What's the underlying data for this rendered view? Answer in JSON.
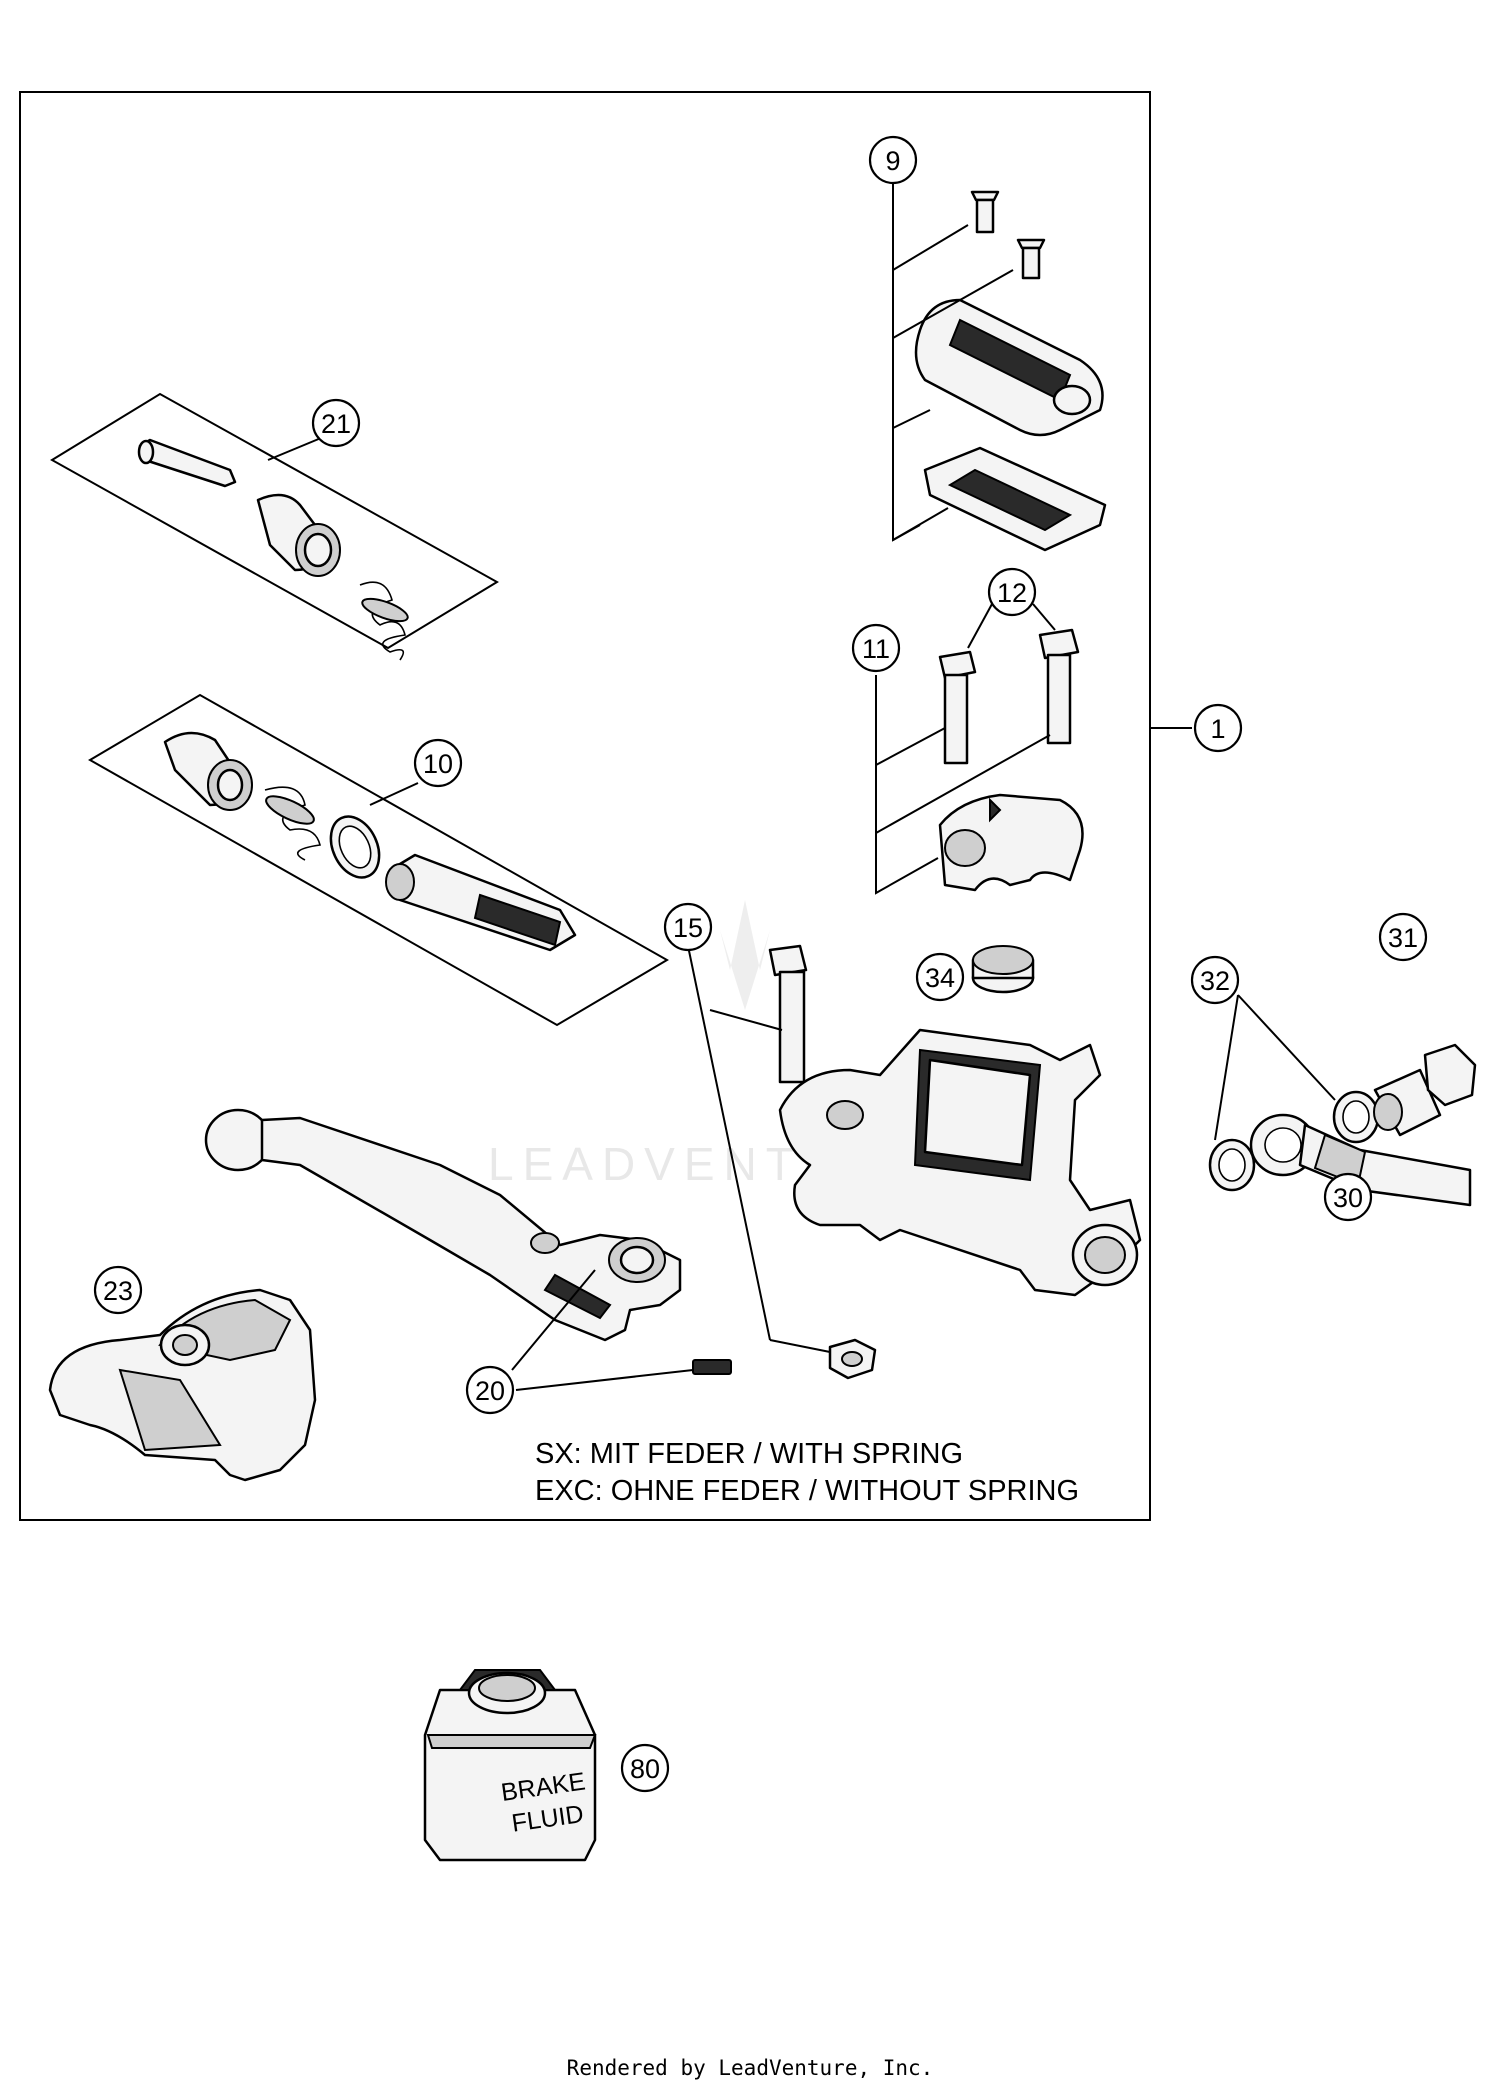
{
  "callouts": {
    "c1": "1",
    "c9": "9",
    "c10": "10",
    "c11": "11",
    "c12": "12",
    "c15": "15",
    "c20": "20",
    "c21": "21",
    "c23": "23",
    "c30": "30",
    "c31": "31",
    "c32": "32",
    "c34": "34",
    "c80": "80"
  },
  "note": {
    "line1": "SX: MIT FEDER / WITH SPRING",
    "line2": "EXC: OHNE FEDER / WITHOUT SPRING"
  },
  "bottle_label": {
    "line1": "BRAKE",
    "line2": "FLUID"
  },
  "watermark": "LEADVENTURE",
  "footer": "Rendered by LeadVenture, Inc."
}
